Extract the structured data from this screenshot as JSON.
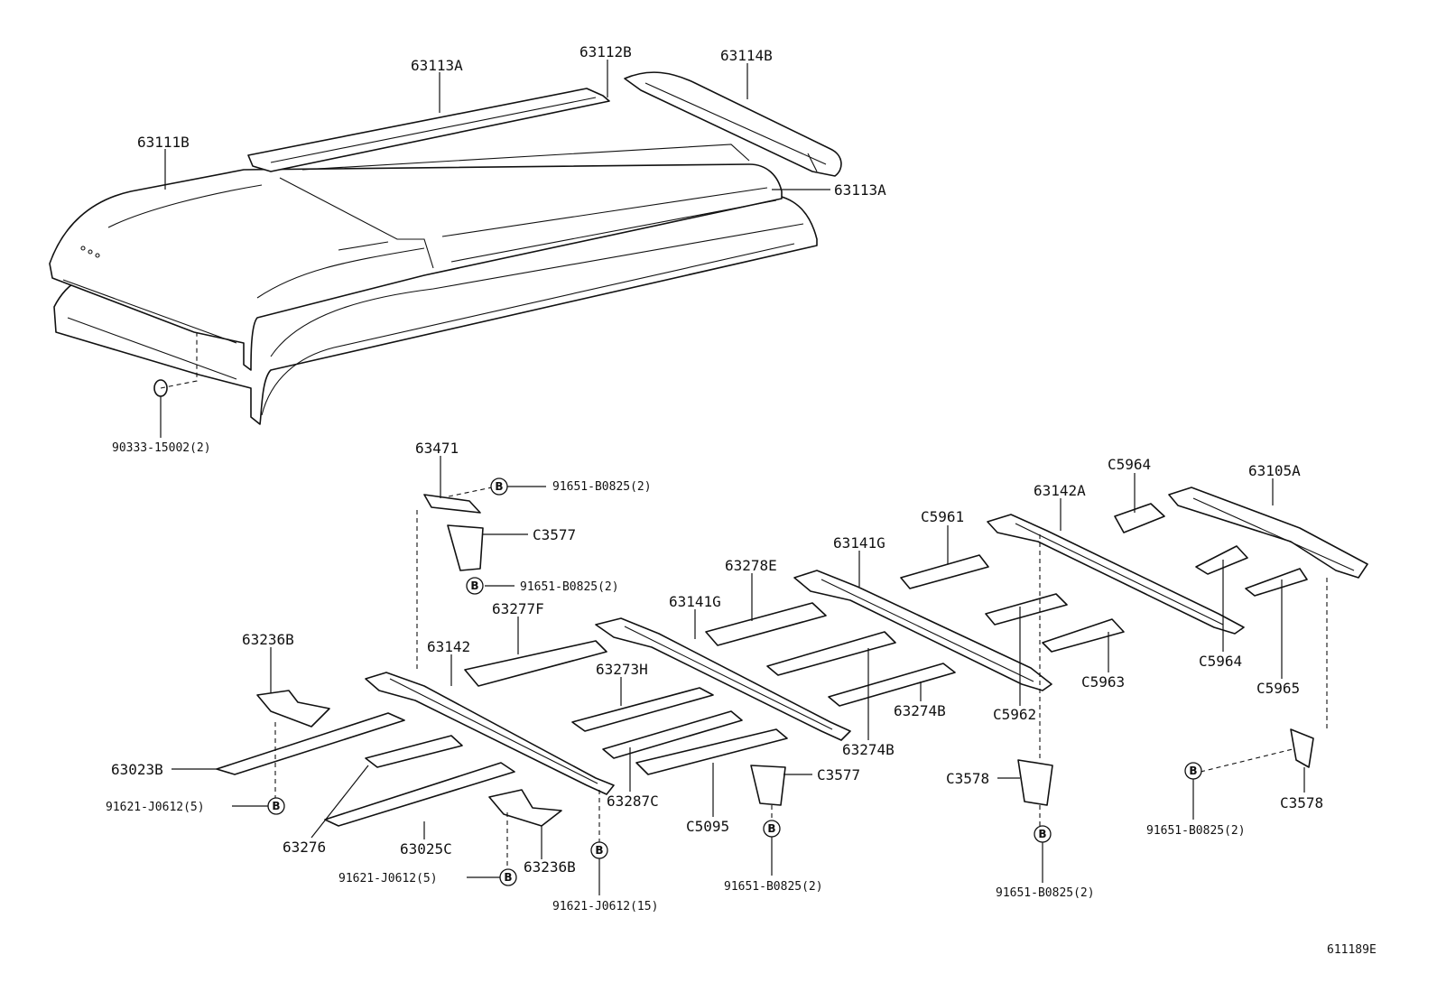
{
  "parts": {
    "p63113A_top": "63113A",
    "p63112B": "63112B",
    "p63114B": "63114B",
    "p63111B": "63111B",
    "p63113A_right": "63113A",
    "p90333": "90333-15002(2)",
    "p63471": "63471",
    "p91651_a": "91651-B0825(2)",
    "pC3577_top": "C3577",
    "p91651_b": "91651-B0825(2)",
    "pC5964_top": "C5964",
    "p63105A": "63105A",
    "p63142A": "63142A",
    "pC5961": "C5961",
    "p63141G_right": "63141G",
    "p63278E": "63278E",
    "p63141G_left": "63141G",
    "p63277F": "63277F",
    "p63142": "63142",
    "p63236B_top": "63236B",
    "p63273H": "63273H",
    "pC5964_right": "C5964",
    "pC5965": "C5965",
    "pC5963": "C5963",
    "pC5962": "C5962",
    "p63274B_a": "63274B",
    "p63274B_b": "63274B",
    "p63023B": "63023B",
    "pC3577_mid": "C3577",
    "p63287C": "63287C",
    "pC3578_left": "C3578",
    "pC3578_right": "C3578",
    "p91621_a": "91621-J0612(5)",
    "pC5095": "C5095",
    "p63276": "63276",
    "p63025C": "63025C",
    "p63236B_bottom": "63236B",
    "p91621_b": "91621-J0612(5)",
    "p91621_c": "91621-J0612(15)",
    "p91651_c": "91651-B0825(2)",
    "p91651_d": "91651-B0825(2)",
    "p91651_e": "91651-B0825(2)"
  },
  "marker_letter": "B",
  "figure_code": "611189E"
}
